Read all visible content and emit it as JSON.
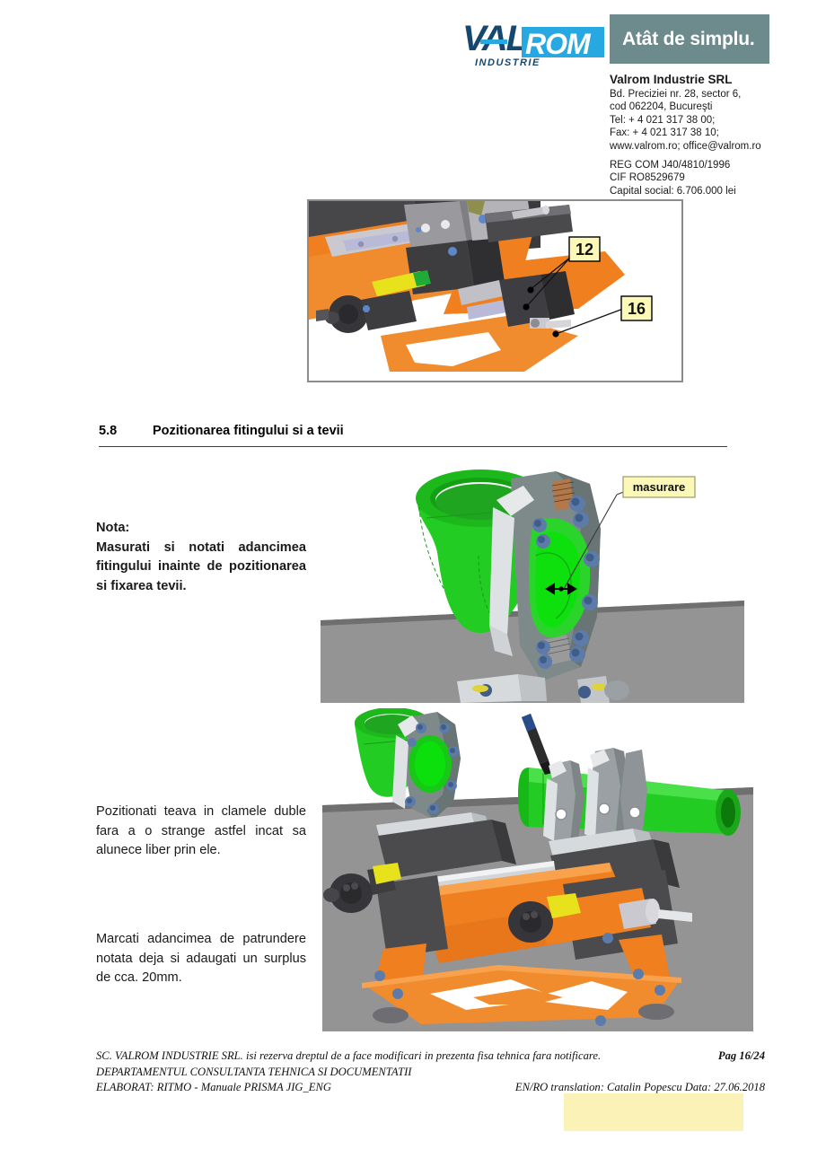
{
  "header": {
    "logo": {
      "name": "valrom-industrie-logo",
      "text_primary": "VAL",
      "text_secondary": "ROM",
      "subtitle": "INDUSTRIE",
      "color_primary": "#16476f",
      "color_secondary": "#27a8e0"
    },
    "banner": {
      "text": "Atât de simplu.",
      "background": "#6d8a8c",
      "color": "#ffffff"
    },
    "company": {
      "name": "Valrom Industrie SRL",
      "address_line1": "Bd. Preciziei nr. 28, sector 6,",
      "address_line2": "cod 062204, Bucureşti",
      "phone": "Tel:  + 4 021 317 38 00;",
      "fax": "Fax: + 4 021 317 38 10;",
      "web": "www.valrom.ro;  office@valrom.ro",
      "reg": "REG COM J40/4810/1996",
      "cif": "CIF RO8529679",
      "capital": "Capital social: 6.706.000 lei"
    }
  },
  "figure1": {
    "caption_labels": [
      {
        "id": "callout-12",
        "text": "12"
      },
      {
        "id": "callout-16",
        "text": "16"
      }
    ],
    "description": "Detaliu masina de sudat cu cilindru si suruburi de fixare",
    "border_color": "#8c8c8c"
  },
  "section": {
    "number": "5.8",
    "title": "Pozitionarea fitingului si a tevii"
  },
  "body": {
    "note_label": "Nota:",
    "note_text": "Masurati si notati adancimea fitingului inainte de pozitionarea si fixarea tevii.",
    "paragraph2": "Pozitionati teava in clamele duble fara a o strange astfel incat sa alunece liber prin ele.",
    "paragraph3": "Marcati adancimea de patrundere notata deja si adaugati un surplus de cca. 20mm."
  },
  "figure2": {
    "callout": "masurare",
    "callout_background": "#fcf8b8",
    "description": "Fiting verde prins in clema, cota de masurare a adancimii",
    "colors": {
      "fitting": "#22cc22",
      "clamp": "#8e9a9a",
      "table": "#949494"
    }
  },
  "figure3": {
    "description": "Masina de sudat cap la cap cu teava verde si fiting pozitionate in clame",
    "colors": {
      "frame": "#f08000",
      "pipe": "#22cc22",
      "metal": "#9aa0a4",
      "table": "#949494"
    }
  },
  "footer": {
    "line1_left": "SC. VALROM INDUSTRIE SRL. isi rezerva dreptul de a face modificari in prezenta fisa tehnica fara notificare.",
    "line1_right": "Pag 16/24",
    "line2_left": "DEPARTAMENTUL CONSULTANTA TEHNICA SI DOCUMENTATII",
    "line3_left": "ELABORAT: RITMO - Manuale PRISMA JIG_ENG",
    "line3_right": "EN/RO translation: Catalin Popescu Data: 27.06.2018",
    "highlight_color": "#fbf2b8"
  }
}
